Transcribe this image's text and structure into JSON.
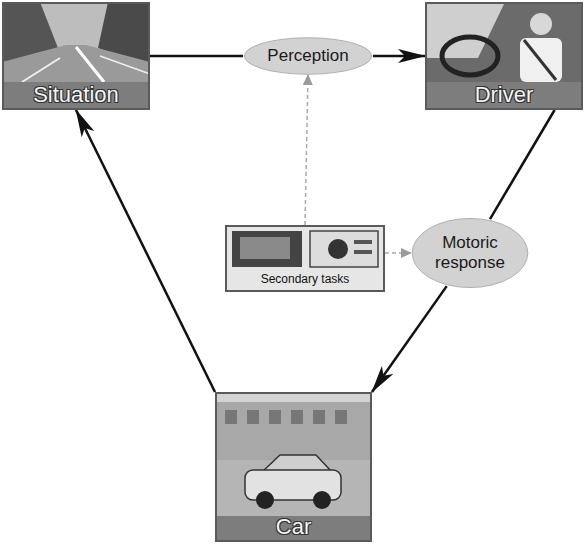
{
  "diagram": {
    "nodes": [
      {
        "text": [
          "Situation"
        ]
      },
      {
        "text": [
          "Perception"
        ]
      },
      {
        "text": [
          "Driver"
        ]
      },
      {
        "text": [
          "Secondary tasks"
        ]
      },
      {
        "text": [
          "Motoric response"
        ]
      },
      {
        "text": [
          "Car"
        ]
      }
    ],
    "edges": [
      {
        "from": 0,
        "to": 1,
        "arrow": "none"
      },
      {
        "from": 1,
        "to": 2,
        "arrow": "to"
      },
      {
        "from": 2,
        "to": 4,
        "arrow": "none"
      },
      {
        "from": 4,
        "to": 5,
        "arrow": "to"
      },
      {
        "from": 5,
        "to": 0,
        "arrow": "to"
      },
      {
        "from": 3,
        "to": 1,
        "arrow": "to"
      },
      {
        "from": 3,
        "to": 4,
        "arrow": "to"
      }
    ]
  }
}
